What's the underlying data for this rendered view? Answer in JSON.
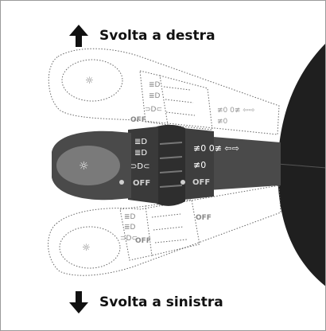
{
  "captions": {
    "up_label": "Svolta a destra",
    "down_label": "Svolta a sinistra"
  },
  "lever": {
    "main_ring_symbols": [
      "≣D",
      "≣D",
      "⊃D⊂"
    ],
    "off_label": "OFF",
    "fog_symbols": "≢0 0≢ ⇦⇨",
    "fog_symbol_2": "≢0",
    "fog_off_label": "OFF",
    "ghost_off_label": "OFF"
  },
  "icons": {
    "light_symbol": "sun-icon",
    "up_arrow": "arrow-up-icon",
    "down_arrow": "arrow-down-icon"
  },
  "colors": {
    "lever_body": "#4a4a4a",
    "lever_dark": "#2a2a2a",
    "lever_tip": "#7a7a7a",
    "steering_column": "#1f1f1f",
    "ghost_outline": "#666666"
  }
}
